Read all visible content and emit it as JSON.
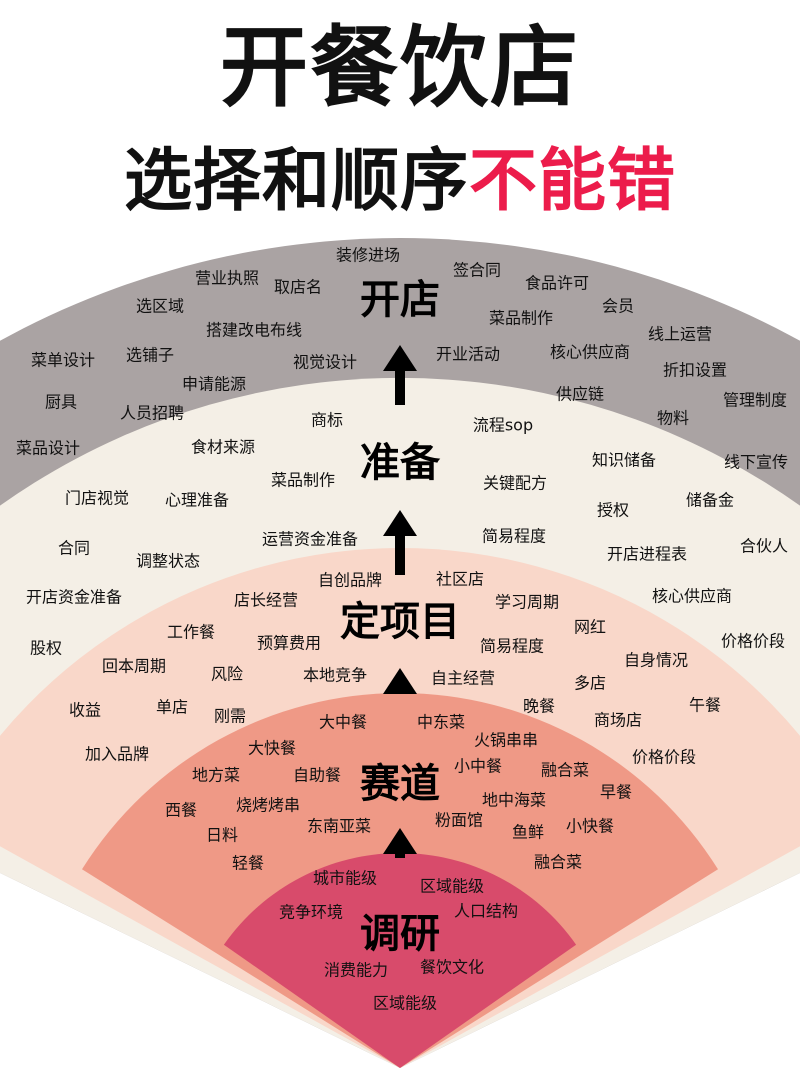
{
  "title": "开餐饮店",
  "subtitle": {
    "plain": "选择和顺序",
    "accent": "不能错"
  },
  "colors": {
    "accent": "#ec1c4b",
    "layer_open": "#aaa3a3",
    "layer_prepare": "#f4efe6",
    "layer_project": "#f9d7c9",
    "layer_track": "#ef9986",
    "layer_research": "#d84b6b",
    "arrow": "#000000"
  },
  "layers": [
    {
      "id": "open",
      "label": "开店",
      "items": [
        "装修进场",
        "营业执照",
        "取店名",
        "签合同",
        "食品许可",
        "选区域",
        "搭建改电布线",
        "菜品制作",
        "会员",
        "菜单设计",
        "选铺子",
        "视觉设计",
        "开业活动",
        "核心供应商",
        "线上运营",
        "申请能源",
        "折扣设置",
        "厨具",
        "供应链",
        "管理制度",
        "人员招聘",
        "物料"
      ]
    },
    {
      "id": "prepare",
      "label": "准备",
      "items": [
        "商标",
        "流程sop",
        "菜品设计",
        "食材来源",
        "知识储备",
        "线下宣传",
        "菜品制作",
        "关键配方",
        "门店视觉",
        "心理准备",
        "授权",
        "储备金",
        "合同",
        "运营资金准备",
        "简易程度",
        "合伙人",
        "调整状态",
        "开店进程表",
        "开店资金准备",
        "核心供应商"
      ]
    },
    {
      "id": "project",
      "label": "定项目",
      "items": [
        "自创品牌",
        "社区店",
        "店长经营",
        "学习周期",
        "工作餐",
        "网红",
        "股权",
        "预算费用",
        "简易程度",
        "价格价段",
        "回本周期",
        "自身情况",
        "风险",
        "本地竞争",
        "自主经营",
        "多店",
        "收益",
        "单店",
        "晚餐",
        "午餐",
        "刚需",
        "商场店"
      ]
    },
    {
      "id": "track",
      "label": "赛道",
      "items": [
        "大中餐",
        "中东菜",
        "加入品牌",
        "大快餐",
        "火锅串串",
        "价格价段",
        "地方菜",
        "自助餐",
        "小中餐",
        "融合菜",
        "西餐",
        "烧烤烤串",
        "地中海菜",
        "早餐",
        "日料",
        "东南亚菜",
        "粉面馆",
        "鱼鲜",
        "小快餐",
        "轻餐",
        "融合菜"
      ]
    },
    {
      "id": "research",
      "label": "调研",
      "items": [
        "城市能级",
        "区域能级",
        "竞争环境",
        "人口结构",
        "消费能力",
        "餐饮文化",
        "区域能级"
      ]
    }
  ]
}
